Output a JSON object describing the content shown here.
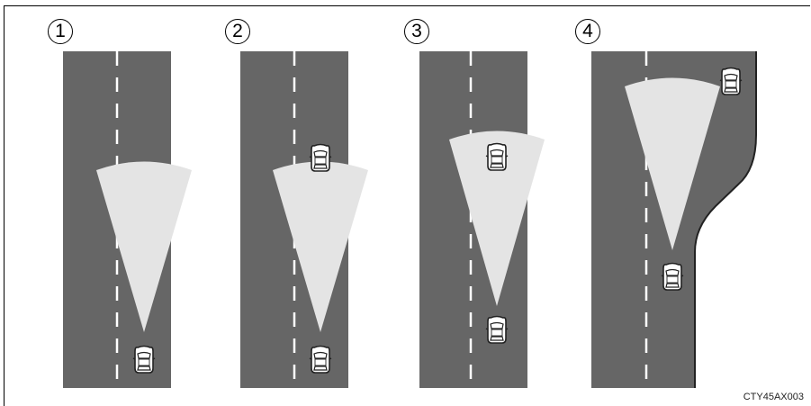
{
  "steps": [
    {
      "label": "1"
    },
    {
      "label": "2"
    },
    {
      "label": "3"
    },
    {
      "label": "4"
    }
  ],
  "figure_code": "CTY45AX003",
  "colors": {
    "road": "#666666",
    "lane_marking": "#ffffff",
    "radar_beam": "#e4e4e4",
    "car_body": "#ffffff",
    "car_outline": "#222222"
  }
}
